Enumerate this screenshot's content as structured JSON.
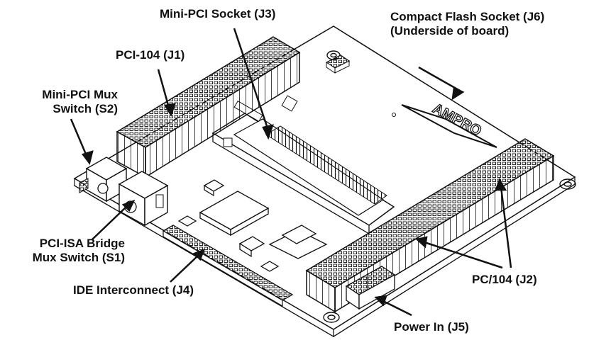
{
  "labels": {
    "mini_pci_socket": "Mini-PCI Socket (J3)",
    "compact_flash_line1": "Compact Flash Socket (J6)",
    "compact_flash_line2": "(Underside of board)",
    "pci104": "PCI-104 (J1)",
    "mini_pci_mux_line1": "Mini-PCI Mux",
    "mini_pci_mux_line2": "Switch (S2)",
    "pci_isa_line1": "PCI-ISA Bridge",
    "pci_isa_line2": "Mux Switch (S1)",
    "ide_interconnect": "IDE Interconnect (J4)",
    "pc104_j2": "PC/104 (J2)",
    "power_in": "Power In (J5)"
  },
  "logo_text": "AMPRO",
  "colors": {
    "ink": "#111111",
    "board": "#ffffff"
  }
}
